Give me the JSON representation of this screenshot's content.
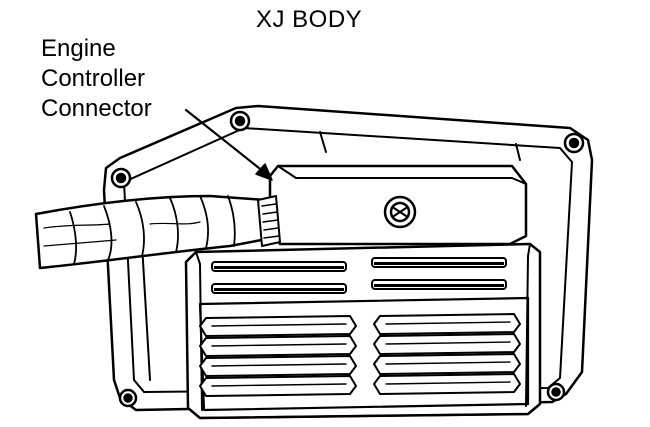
{
  "diagram": {
    "title": "XJ BODY",
    "callout": {
      "lines": [
        "Engine",
        "Controller",
        "Connector"
      ]
    },
    "colors": {
      "ink": "#000000",
      "paper": "#ffffff",
      "shade": "#e6e6e6"
    }
  }
}
